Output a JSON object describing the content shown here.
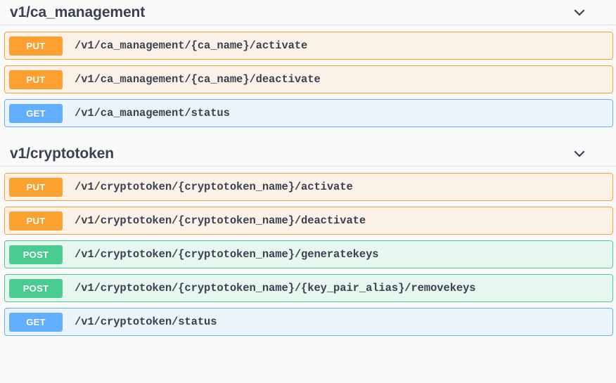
{
  "page": {
    "background_color": "#fafafa",
    "text_color": "#3b4151"
  },
  "colors": {
    "put_badge": "#fca130",
    "put_row_bg": "#fbf1e6",
    "get_badge": "#61affe",
    "get_row_bg": "#ebf3fb",
    "post_badge": "#49cc90",
    "post_row_bg": "#e8f6f0",
    "divider": "#d8dde5"
  },
  "sections": [
    {
      "title": "v1/ca_management",
      "collapse_icon": "chevron-down-icon",
      "operations": [
        {
          "method": "PUT",
          "path": "/v1/ca_management/{ca_name}/activate"
        },
        {
          "method": "PUT",
          "path": "/v1/ca_management/{ca_name}/deactivate"
        },
        {
          "method": "GET",
          "path": "/v1/ca_management/status"
        }
      ]
    },
    {
      "title": "v1/cryptotoken",
      "collapse_icon": "chevron-down-icon",
      "operations": [
        {
          "method": "PUT",
          "path": "/v1/cryptotoken/{cryptotoken_name}/activate"
        },
        {
          "method": "PUT",
          "path": "/v1/cryptotoken/{cryptotoken_name}/deactivate"
        },
        {
          "method": "POST",
          "path": "/v1/cryptotoken/{cryptotoken_name}/generatekeys"
        },
        {
          "method": "POST",
          "path": "/v1/cryptotoken/{cryptotoken_name}/{key_pair_alias}/removekeys"
        },
        {
          "method": "GET",
          "path": "/v1/cryptotoken/status"
        }
      ]
    }
  ]
}
